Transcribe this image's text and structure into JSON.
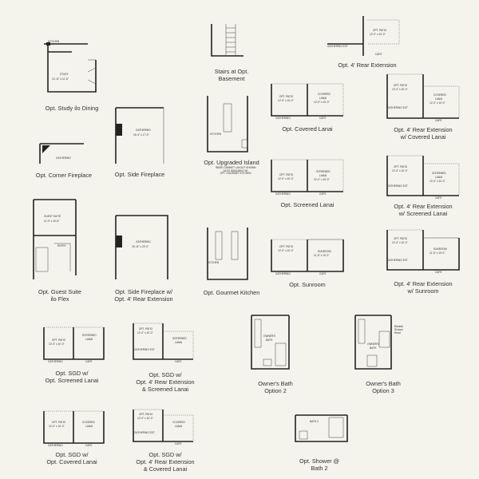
{
  "options": [
    {
      "id": "study-dining",
      "caption": [
        "Opt. Study ilo Dining"
      ],
      "labels": [
        "KITCHEN",
        "STUDY",
        "12'-11\" x 11'-6\""
      ]
    },
    {
      "id": "corner-fireplace",
      "caption": [
        "Opt. Corner Fireplace"
      ],
      "labels": [
        "GATHERING"
      ]
    },
    {
      "id": "side-fireplace",
      "caption": [
        "Opt. Side Fireplace"
      ],
      "labels": [
        "GATHERING",
        "16'-4\" x 17'-0\""
      ]
    },
    {
      "id": "stairs-basement",
      "caption": [
        "Stairs at Opt.",
        "Basement"
      ],
      "labels": []
    },
    {
      "id": "upgraded-island",
      "caption": [
        "Opt. Upgraded Island"
      ],
      "notes": [
        "*BASE CABINET LAYOUT SHOWN",
        "ALSO AVAILABLE W/",
        "OPT. GOURMET KITCHEN"
      ],
      "labels": [
        "KITCHEN"
      ]
    },
    {
      "id": "guest-suite-flex",
      "caption": [
        "Opt. Guest Suite",
        "ilo Flex"
      ],
      "labels": [
        "GUEST SUITE",
        "11'-0\" x 10'-6\"",
        "ENTRY"
      ]
    },
    {
      "id": "side-fireplace-rear-ext",
      "caption": [
        "Opt. Side Fireplace w/",
        "Opt. 4' Rear Extension"
      ],
      "labels": [
        "GATHERING",
        "16'-11\" x 22'-0\""
      ]
    },
    {
      "id": "gourmet-kitchen",
      "caption": [
        "Opt. Gourmet Kitchen"
      ],
      "labels": [
        "KITCHEN"
      ]
    },
    {
      "id": "rear-extension",
      "caption": [
        "Opt. 4' Rear Extension"
      ],
      "labels": [
        "OPT. PATIO",
        "12'-0\" x 10'-0\"",
        "GATHERING EXT.",
        "CAFE"
      ]
    },
    {
      "id": "covered-lanai",
      "caption": [
        "Opt. Covered Lanai"
      ],
      "labels": [
        "OPT. PATIO",
        "12'-0\" x 10'-0\"",
        "COVERED",
        "LANAI",
        "12'-0\" x 10'-0\"",
        "GATHERING",
        "CAFE"
      ]
    },
    {
      "id": "rear-ext-covered-lanai",
      "caption": [
        "Opt. 4' Rear Extension",
        "w/ Covered Lanai"
      ],
      "labels": [
        "OPT. PATIO",
        "12'-0\" x 10'-0\"",
        "COVERED",
        "LANAI",
        "12'-0\" x 10'-0\"",
        "GATHERING EXT.",
        "CAFE"
      ]
    },
    {
      "id": "screened-lanai",
      "caption": [
        "Opt. Screened Lanai"
      ],
      "labels": [
        "OPT. PATIO",
        "12'-0\" x 10'-0\"",
        "SCREENED",
        "LANAI",
        "12'-0\" x 10'-0\"",
        "GATHERING",
        "CAFE"
      ]
    },
    {
      "id": "rear-ext-screened-lanai",
      "caption": [
        "Opt. 4' Rear Extension",
        "w/ Screened Lanai"
      ],
      "labels": [
        "OPT. PATIO",
        "12'-0\" x 10'-0\"",
        "SCREENED",
        "LANAI",
        "12'-0\" x 10'-0\"",
        "GATHERING EXT.",
        "CAFE"
      ]
    },
    {
      "id": "sunroom",
      "caption": [
        "Opt. Sunroom"
      ],
      "labels": [
        "OPT. PATIO",
        "12'-0\" x 10'-0\"",
        "SUNROOM",
        "11'-6\" x 10'-0\"",
        "GATHERING",
        "CAFE"
      ]
    },
    {
      "id": "rear-ext-sunroom",
      "caption": [
        "Opt. 4' Rear Extension",
        "w/ Sunroom"
      ],
      "labels": [
        "OPT. PATIO",
        "12'-0\" x 10'-0\"",
        "SUNROOM",
        "11'-6\" x 10'-0\"",
        "GATHERING EXT.",
        "CAFE"
      ]
    },
    {
      "id": "sgd-screened-lanai",
      "caption": [
        "Opt. SGD w/",
        "Opt. Screened Lanai"
      ],
      "labels": [
        "OPT. PATIO",
        "12'-0\" x 10'-0\"",
        "SCREENED",
        "LANAI",
        "GATHERING",
        "CAFE"
      ]
    },
    {
      "id": "sgd-rear-ext-screened-lanai",
      "caption": [
        "Opt. SGD w/",
        "Opt. 4' Rear Extension",
        "& Screened Lanai"
      ],
      "labels": [
        "OPT. PATIO",
        "12'-0\" x 10'-0\"",
        "SCREENED",
        "LANAI",
        "GATHERING EXT.",
        "CAFE"
      ]
    },
    {
      "id": "owners-bath-2",
      "caption": [
        "Owner's Bath",
        "Option 2"
      ],
      "labels": [
        "OWNER'S",
        "BATH"
      ]
    },
    {
      "id": "owners-bath-3",
      "caption": [
        "Owner's Bath",
        "Option 3"
      ],
      "labels": [
        "OWNER'S",
        "BATH",
        "Rainfall",
        "Shower",
        "Head"
      ]
    },
    {
      "id": "sgd-covered-lanai",
      "caption": [
        "Opt. SGD w/",
        "Opt. Covered Lanai"
      ],
      "labels": [
        "OPT. PATIO",
        "12'-0\" x 10'-0\"",
        "COVERED",
        "LANAI",
        "GATHERING",
        "CAFE"
      ]
    },
    {
      "id": "sgd-rear-ext-covered-lanai",
      "caption": [
        "Opt. SGD w/",
        "Opt. 4' Rear Extension",
        "& Covered Lanai"
      ],
      "labels": [
        "OPT. PATIO",
        "12'-0\" x 10'-0\"",
        "COVERED",
        "LANAI",
        "GATHERING EXT.",
        "CAFE"
      ]
    },
    {
      "id": "shower-bath-2",
      "caption": [
        "Opt. Shower @",
        "Bath 2"
      ],
      "labels": [
        "BATH 2"
      ]
    }
  ]
}
